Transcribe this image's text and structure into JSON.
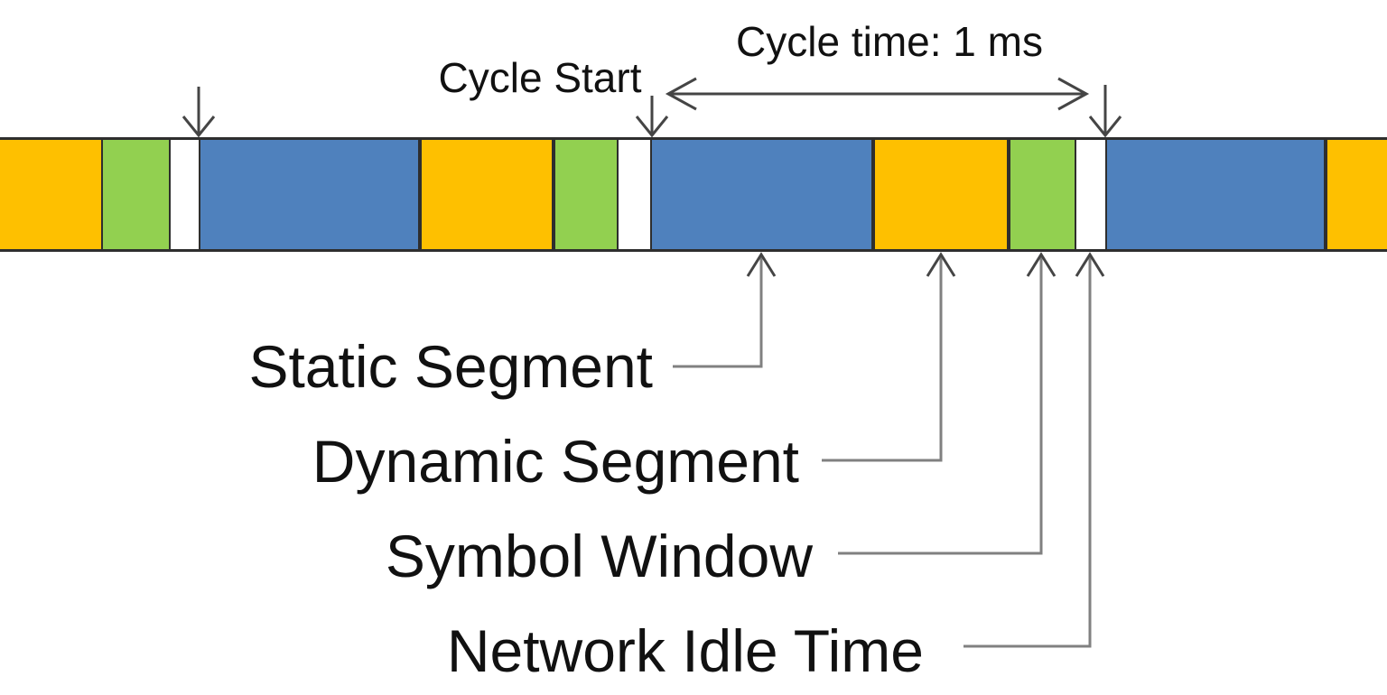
{
  "diagram": {
    "type": "flexray-communication-cycle-timeline",
    "cycle_start_label": "Cycle Start",
    "cycle_time_label": "Cycle time: 1 ms",
    "segment_labels": {
      "static": "Static Segment",
      "dynamic": "Dynamic Segment",
      "symbol": "Symbol Window",
      "idle": "Network Idle Time"
    },
    "segment_sequence": [
      "dynamic",
      "symbol",
      "idle",
      "static",
      "dynamic",
      "symbol",
      "idle",
      "static",
      "dynamic",
      "symbol",
      "idle",
      "static",
      "dynamic"
    ]
  },
  "colors": {
    "static_blue": "#4F81BD",
    "dynamic_gold": "#FEC000",
    "symbol_green": "#92D050",
    "idle_white": "#FFFFFF",
    "segment_border": "#2E2E2E",
    "connector_gray": "#808080",
    "arrow_dark": "#454545",
    "text_color": "#111111"
  }
}
